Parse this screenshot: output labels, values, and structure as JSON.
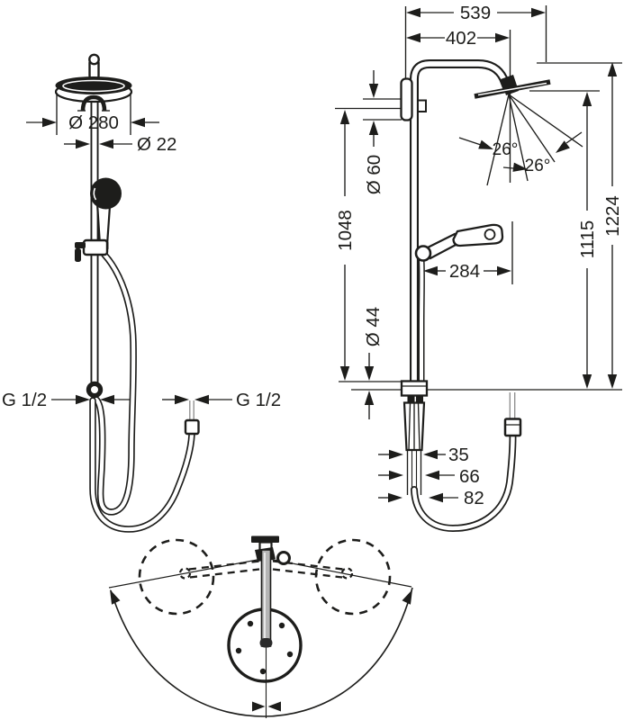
{
  "drawing": {
    "front": {
      "head_diameter": "Ø 280",
      "pipe_diameter": "Ø 22",
      "inlet_connection": "G 1/2",
      "hose_connection": "G 1/2"
    },
    "side": {
      "arm_length": "539",
      "arm_reach": "402",
      "wall_escutcheon": "Ø 60",
      "bar_height": "1048",
      "head_height": "1115",
      "total_height": "1224",
      "handshower_reach": "284",
      "body_escutcheon": "Ø 44",
      "tilt_left": "26°",
      "tilt_right": "26°",
      "body_width_1": "35",
      "body_width_2": "66",
      "body_width_3": "82"
    }
  },
  "colors": {
    "ink": "#1d1d1b",
    "background": "#ffffff",
    "metal_fill": "#b5b5b5",
    "nipple_gray": "#8a8a8a"
  }
}
